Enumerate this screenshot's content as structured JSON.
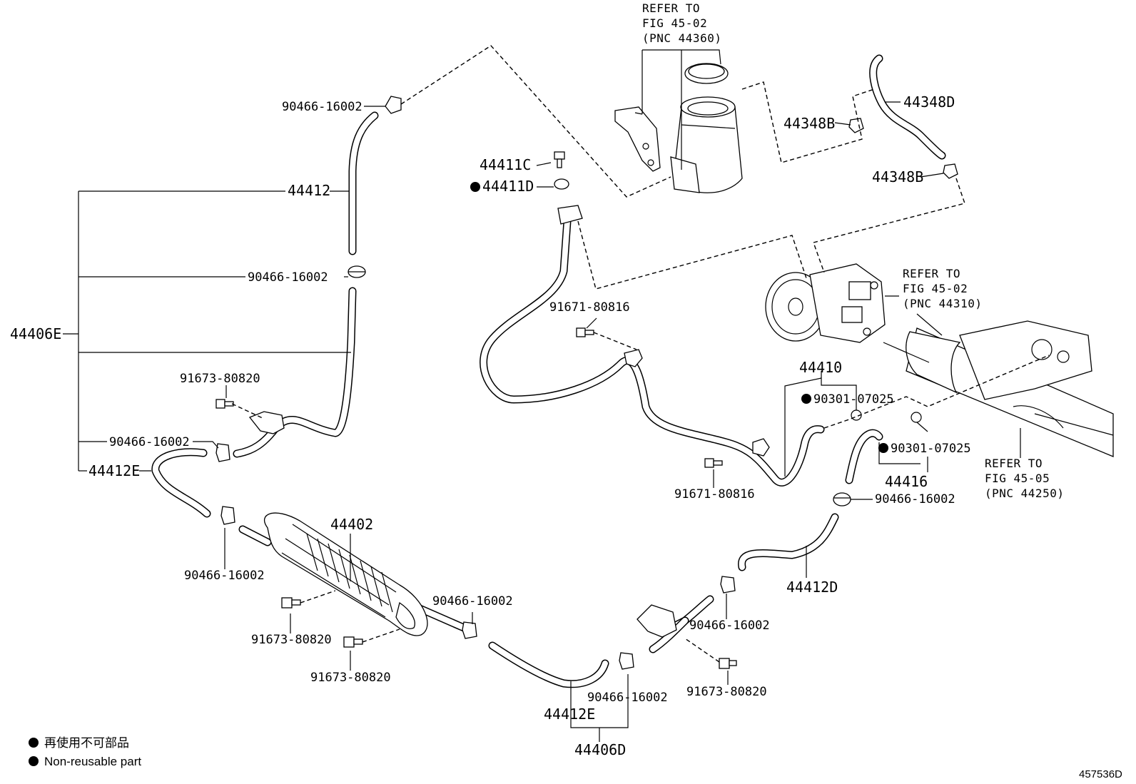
{
  "labels": {
    "p90466_a": "90466-16002",
    "p44412": "44412",
    "p90466_b": "90466-16002",
    "p44406E": "44406E",
    "p91673_a": "91673-80820",
    "p90466_c": "90466-16002",
    "p44412E_top": "44412E",
    "p90466_d": "90466-16002",
    "p44402": "44402",
    "p91673_b": "91673-80820",
    "p91673_c": "91673-80820",
    "p90466_e": "90466-16002",
    "p44412E_bottom": "44412E",
    "p90466_f": "90466-16002",
    "p44406D": "44406D",
    "p91673_d": "91673-80820",
    "p90466_g": "90466-16002",
    "p44412D": "44412D",
    "p90466_h": "90466-16002",
    "p44416": "44416",
    "p90301_b": "90301-07025",
    "p90301_a": "90301-07025",
    "p44410": "44410",
    "p91671_a": "91671-80816",
    "p91671_b": "91671-80816",
    "p44411C": "44411C",
    "p44411D": "44411D",
    "p44348B_top": "44348B",
    "p44348D": "44348D",
    "p44348B_bottom": "44348B"
  },
  "refs": {
    "reservoir": [
      "REFER TO",
      "FIG 45-02",
      "(PNC 44360)"
    ],
    "pump": [
      "REFER TO",
      "FIG 45-02",
      "(PNC 44310)"
    ],
    "gear": [
      "REFER TO",
      "FIG 45-05",
      "(PNC 44250)"
    ]
  },
  "legend": {
    "line1": "再使用不可部品",
    "line2": "Non-reusable part"
  },
  "figure_code": "457536D"
}
